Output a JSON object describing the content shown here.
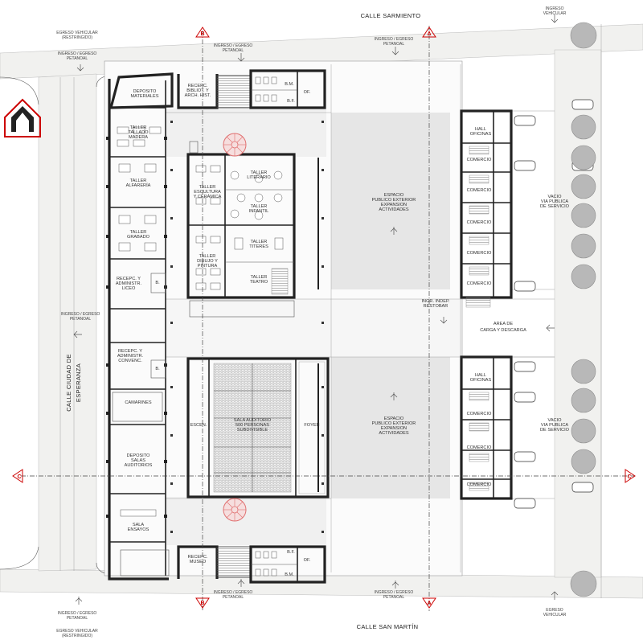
{
  "streets": {
    "north": "CALLE SARMIENTO",
    "south": "CALLE SAN MARTÍN",
    "west": "CALLE CIUDAD DE ESPERANZA"
  },
  "access": {
    "nw_egress_l1": "EGRESO VEHICULAR",
    "nw_egress_l2": "(RESTRINGIDO)",
    "nw_ingress_l1": "INGRESO / EGRESO",
    "nw_ingress_l2": "PETANOAL",
    "n_b_l1": "INGRESO / EGRESO",
    "n_b_l2": "PETANOAL",
    "n_a_l1": "INGRESO / EGRESO",
    "n_a_l2": "PETANOAL",
    "ne_veh_l1": "INGRESO",
    "ne_veh_l2": "VEHICULAR",
    "w_mid_l1": "INGRESO / EGRESO",
    "w_mid_l2": "PETANOAL",
    "s_b_l1": "INGRESO / EGRESO",
    "s_b_l2": "PETANOAL",
    "s_a_l1": "INGRESO / EGRESO",
    "s_a_l2": "PETANOAL",
    "sw_ingress_l1": "INGRESO / EGRESO",
    "sw_ingress_l2": "PETANOAL",
    "sw_egress_l1": "EGRESO VEHICULAR",
    "sw_egress_l2": "(RESTRINGIDO)",
    "se_veh_l1": "EGRESO",
    "se_veh_l2": "VEHICULAR"
  },
  "section_marks": {
    "a": "A",
    "b": "B",
    "c": "C"
  },
  "rooms": {
    "deposito_materiales": [
      "DEPOSITO",
      "MATERIALES"
    ],
    "recep_biblio": [
      "RECEPC.",
      "BIBLIOT. Y",
      "ARCH. HIST."
    ],
    "bm_top": "B.M.",
    "of_top": "OF.",
    "bf_top": "B.F.",
    "taller_madera": [
      "TALLER",
      "TALLADO",
      "MADERA"
    ],
    "taller_alfareria": [
      "TALLER",
      "ALFARERÍA"
    ],
    "taller_grabado": [
      "TALLER",
      "GRABADO"
    ],
    "recep_liceo": [
      "RECEPC. Y",
      "ADMINISTR.",
      "LICEO"
    ],
    "b_liceo": "B.",
    "taller_escultura": [
      "TALLER",
      "ESCULTURA",
      "Y CERÁMICA"
    ],
    "taller_literario": [
      "TALLER",
      "LITERARIO"
    ],
    "taller_infantil": [
      "TALLER",
      "INFANTIL"
    ],
    "taller_dibujo": [
      "TALLER",
      "DIBUJO Y",
      "PINTURA"
    ],
    "taller_titeres": [
      "TALLER",
      "TITERES"
    ],
    "taller_teatro": [
      "TALLER",
      "TEATRO"
    ],
    "recep_convenc": [
      "RECEPC. Y",
      "ADMINISTR.",
      "CONVENC."
    ],
    "b_convenc": "B.",
    "camarines": "CAMARINES",
    "escen": "ESCEN.",
    "sala_auditorio": [
      "SALA AUDITORIO",
      "500 PERSONAS",
      "SUBDIVISIBLE"
    ],
    "foyer": "FOYER",
    "deposito_salas": [
      "DEPOSITO",
      "SALAS",
      "AUDITORIOS"
    ],
    "sala_ensayos": [
      "SALA",
      "ENSAYOS"
    ],
    "recep_museo": [
      "RECEPC.",
      "MUSEO"
    ],
    "bf_bottom": "B.F.",
    "of_bottom": "OF.",
    "bm_bottom": "B.M.",
    "espacio_top": [
      "ESPACIO",
      "PUBLICO EXTERIOR",
      "EXPANSION",
      "ACTIVIDADES"
    ],
    "espacio_bottom": [
      "ESPACIO",
      "PUBLICO EXTERIOR",
      "EXPANSION",
      "ACTIVIDADES"
    ],
    "ingr_indep": [
      "INGR. INDEP.",
      "RESTOBAR"
    ],
    "area_carga": [
      "AREA DE",
      "CARGA Y DESCARGA"
    ],
    "hall_top": [
      "HALL",
      "OFICINAS"
    ],
    "hall_bottom": [
      "HALL",
      "OFICINAS"
    ],
    "comercio": "COMERCIO",
    "vacio_top": [
      "VACIO",
      "VIA PUBLICA",
      "DE SERVICIO"
    ],
    "vacio_bottom": [
      "VACIO",
      "VIA PUBLICA",
      "DE SERVICIO"
    ]
  },
  "colors": {
    "section_mark": "#cc0000",
    "stair_accent": "#e07070",
    "patio_fill": "#e6e6e6",
    "street_fill": "#f1f1ef"
  }
}
